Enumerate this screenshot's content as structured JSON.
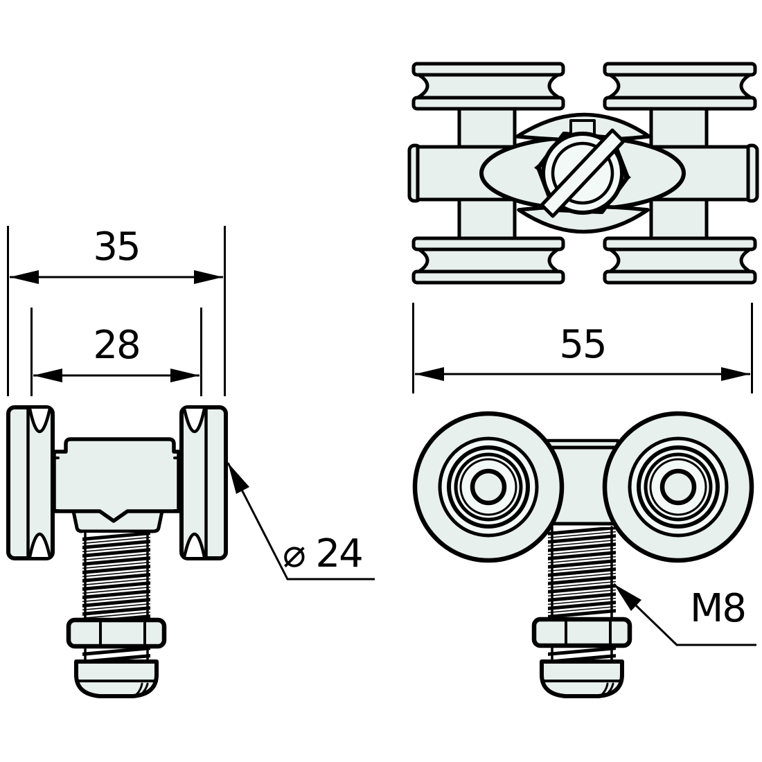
{
  "colors": {
    "line": "#000000",
    "fill": "#e7f0ec",
    "fill_light": "#f3f9f6",
    "background": "#ffffff"
  },
  "labels": {
    "dim_side_outer": "35",
    "dim_side_inner": "28",
    "dim_front_overall": "55",
    "roller_diameter": "⌀ 24",
    "thread_size": "M8"
  }
}
